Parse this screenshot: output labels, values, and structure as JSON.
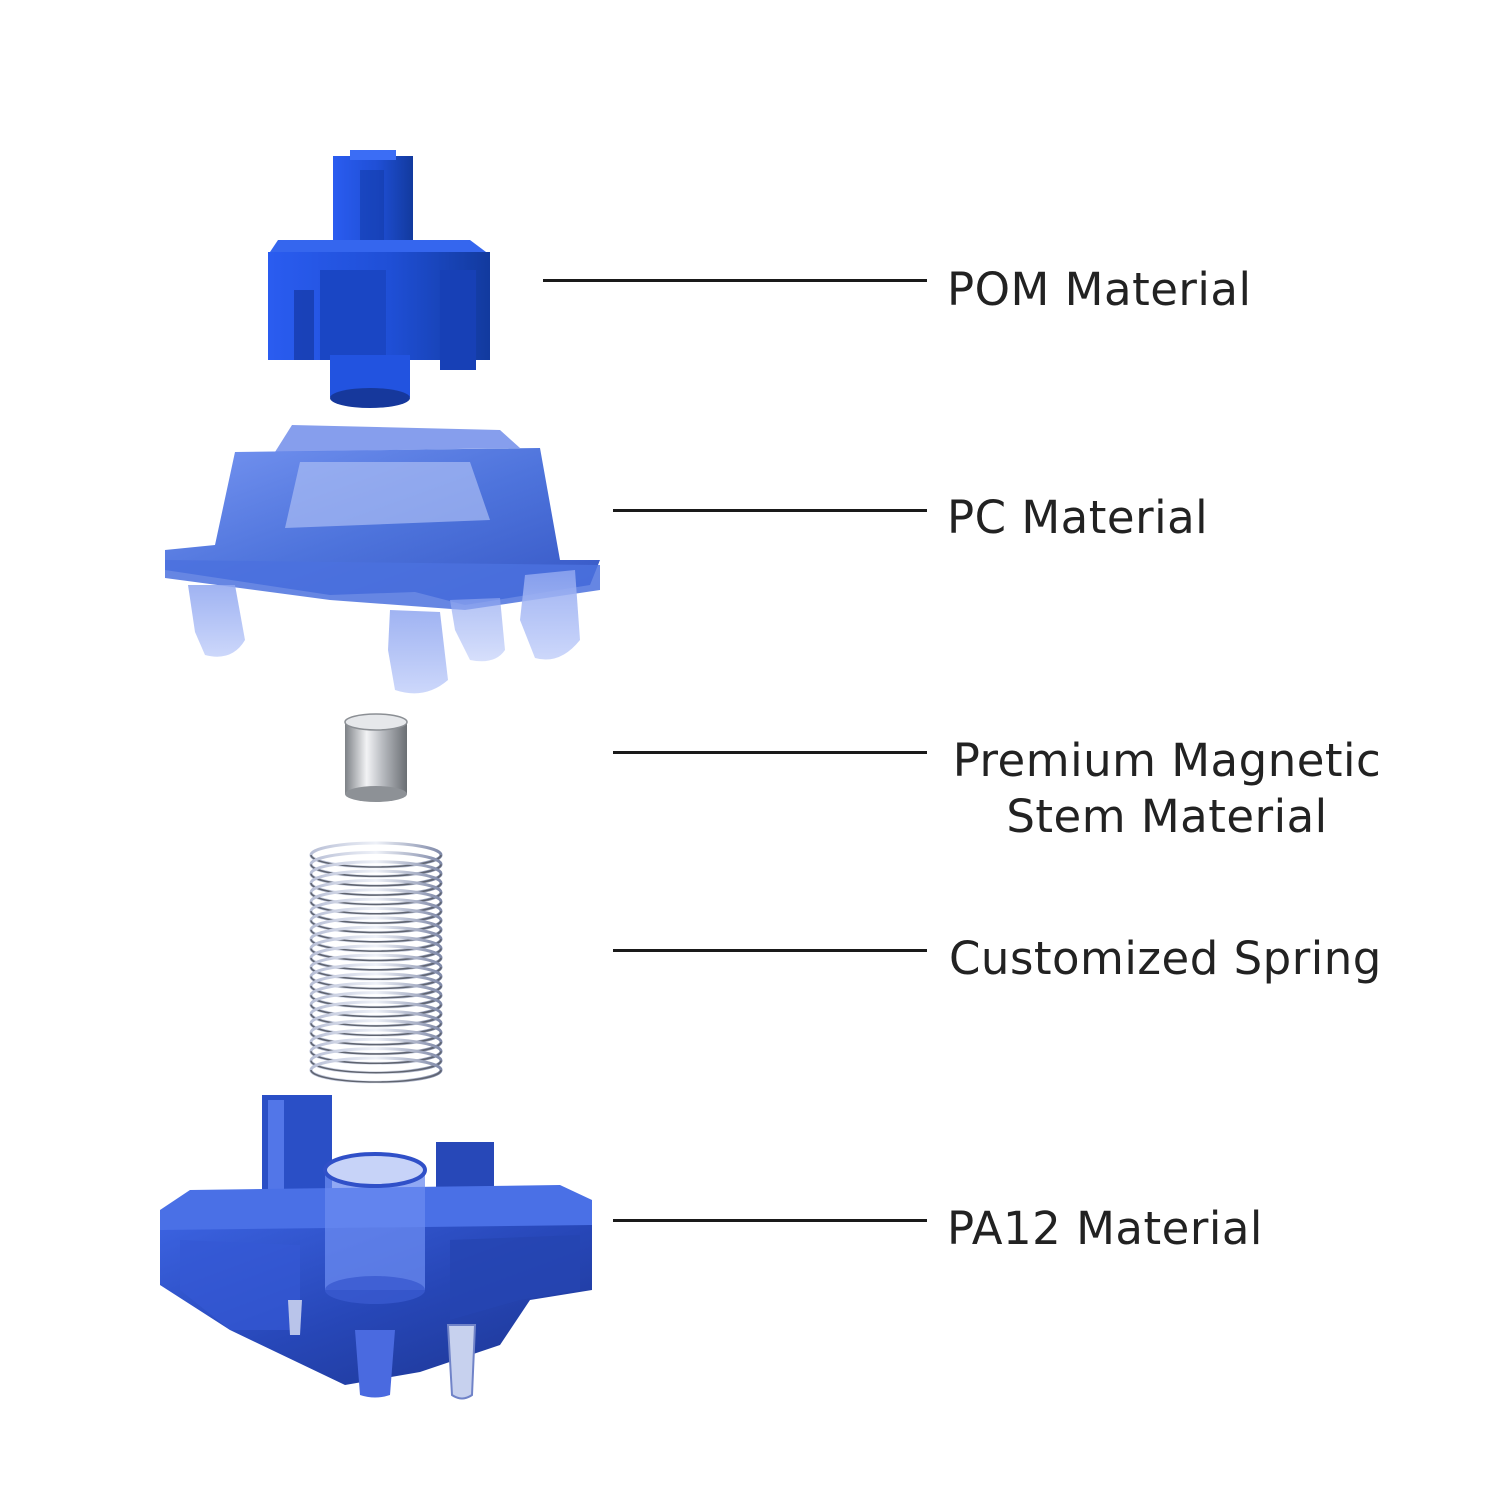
{
  "labels": {
    "pom": "POM Material",
    "pc": "PC Material",
    "magnet_line1": "Premium Magnetic",
    "magnet_line2": "Stem Material",
    "spring": "Customized Spring",
    "pa12": "PA12 Material"
  },
  "colors": {
    "stem_blue": "#1f4fd6",
    "housing_blue": "#3a64d8",
    "bottom_blue": "#2747b8",
    "metal": "#9a9ea4",
    "leader": "#1a1a1a",
    "text": "#222222"
  }
}
